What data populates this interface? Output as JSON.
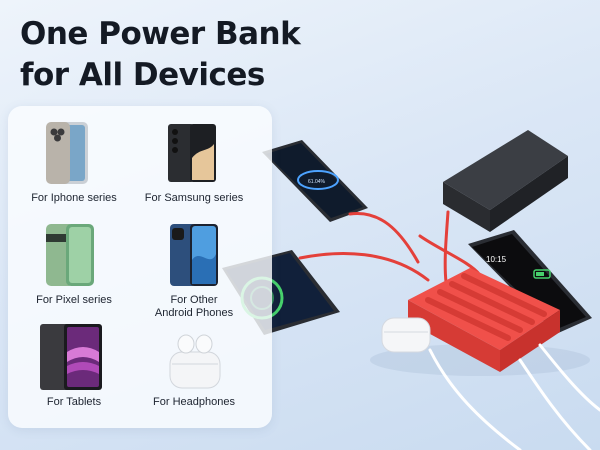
{
  "headline": {
    "line1": "One Power Bank",
    "line2": "for All Devices"
  },
  "devices": [
    {
      "label": "For Iphone series",
      "icon": "iphone-icon"
    },
    {
      "label": "For Samsung series",
      "icon": "samsung-phone-icon"
    },
    {
      "label": "For Pixel series",
      "icon": "pixel-phone-icon"
    },
    {
      "label": "For Other\nAndroid Phones",
      "icon": "android-phone-icon"
    },
    {
      "label": "For Tablets",
      "icon": "tablet-icon"
    },
    {
      "label": "For Headphones",
      "icon": "earbuds-icon"
    }
  ],
  "scene": {
    "phone_top_screen_text": "61.04%",
    "phone_right_screen_time": "10:15",
    "product_color": "#e8443c",
    "cable_color": "#e4403a"
  }
}
